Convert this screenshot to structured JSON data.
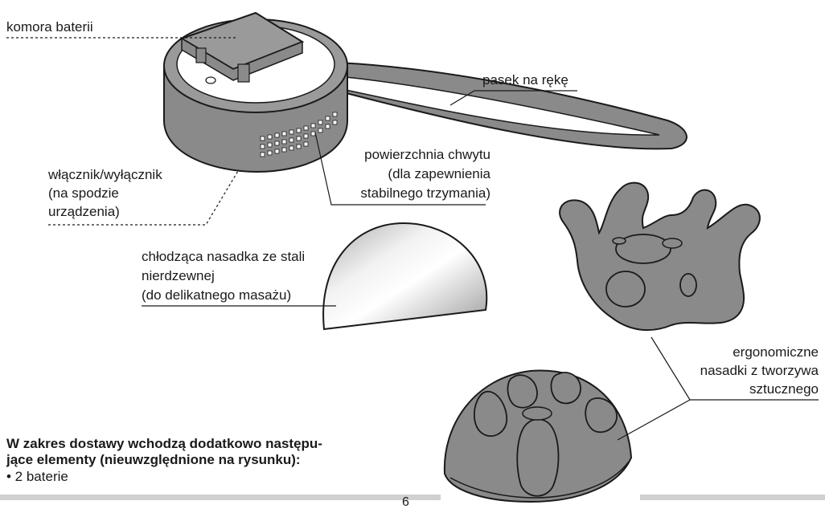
{
  "labels": {
    "battery_compartment": "komora baterii",
    "wrist_strap": "pasek na rękę",
    "switch": [
      "włącznik/wyłącznik",
      "(na spodzie",
      "urządzenia)"
    ],
    "grip_surface": [
      "powierzchnia chwytu",
      "(dla zapewnienia",
      "stabilnego trzymania)"
    ],
    "steel_attachment": [
      "chłodząca nasadka ze stali",
      "nierdzewnej",
      "(do delikatnego masażu)"
    ],
    "plastic_attachments": [
      "ergonomiczne",
      "nasadki z tworzywa",
      "sztucznego"
    ]
  },
  "delivery_note": {
    "heading": [
      "W zakres dostawy wchodzą dodatkowo następu-",
      "jące elementy (nieuwzględnione na rysunku):"
    ],
    "items": [
      "• 2 baterie"
    ]
  },
  "page_number": "6",
  "colors": {
    "device_gray": "#8a8a8a",
    "device_dark": "#6e6e6e",
    "line": "#1a1a1a",
    "footer_bar": "#d0d0d0"
  }
}
